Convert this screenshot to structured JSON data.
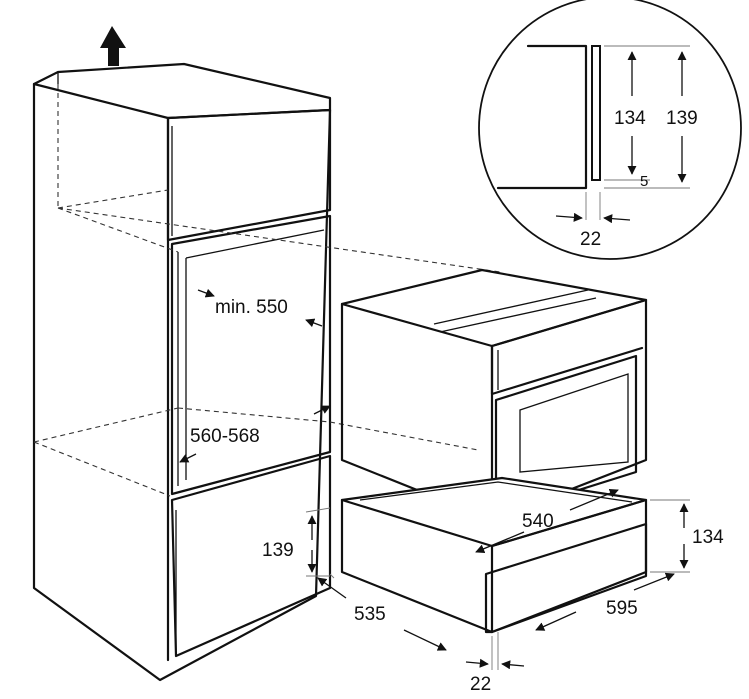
{
  "labels": {
    "min_550": "min. 550",
    "range_560_568": "560-568",
    "h139_left": "139",
    "d535": "535",
    "d22_bottom": "22",
    "w540": "540",
    "h134_right": "134",
    "w595": "595",
    "detail_134": "134",
    "detail_139": "139",
    "detail_5": "5",
    "detail_22": "22"
  },
  "colors": {
    "line": "#111111",
    "background": "#ffffff"
  },
  "icons": {
    "up_arrow": "up-arrow-icon"
  }
}
